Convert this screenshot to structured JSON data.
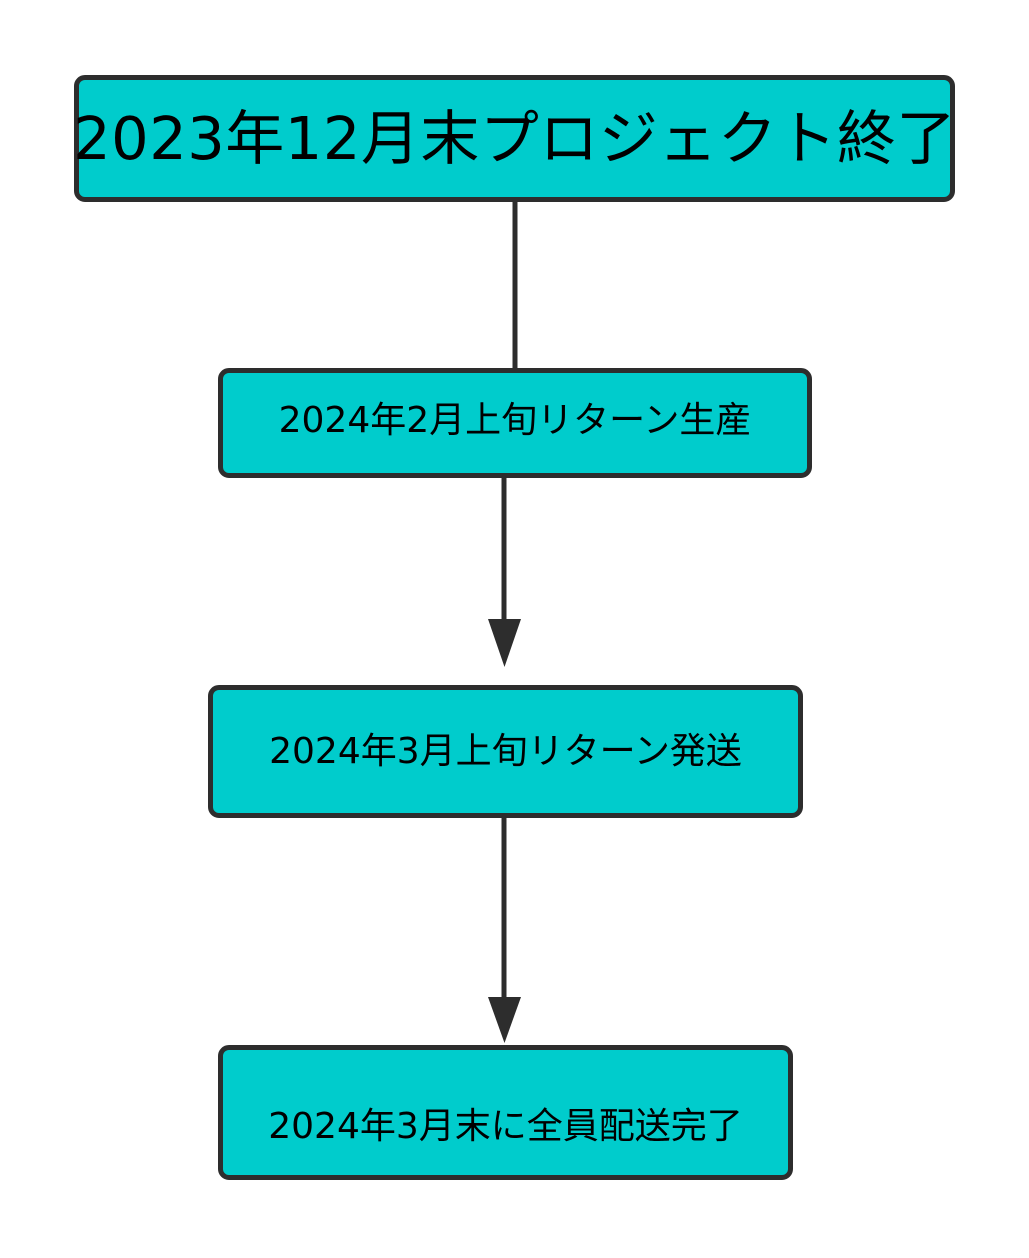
{
  "diagram": {
    "type": "flowchart",
    "orientation": "top-to-bottom",
    "title": "",
    "background_color": "#ffffff",
    "node_fill_color": "#00cccc",
    "node_border_color": "#2d2d2d",
    "node_text_color": "#000000",
    "edge_color": "#2d2d2d",
    "nodes": [
      {
        "id": "end-of-project",
        "label": "2023年12月末プロジェクト終了",
        "shape": "rounded-rectangle"
      },
      {
        "id": "reward-production",
        "label": "2024年2月上旬リターン生産",
        "shape": "rounded-rectangle"
      },
      {
        "id": "reward-shipping",
        "label": "2024年3月上旬リターン発送",
        "shape": "rounded-rectangle"
      },
      {
        "id": "delivery-complete",
        "label": "2024年3月末に全員配送完了",
        "shape": "rounded-rectangle"
      }
    ],
    "edges": [
      {
        "id": "edge-1",
        "from": "end-of-project",
        "to": "reward-production",
        "label": "",
        "arrowhead": false
      },
      {
        "id": "edge-2",
        "from": "reward-production",
        "to": "reward-shipping",
        "label": "",
        "arrowhead": true
      },
      {
        "id": "edge-3",
        "from": "reward-shipping",
        "to": "delivery-complete",
        "label": "",
        "arrowhead": true
      }
    ]
  }
}
